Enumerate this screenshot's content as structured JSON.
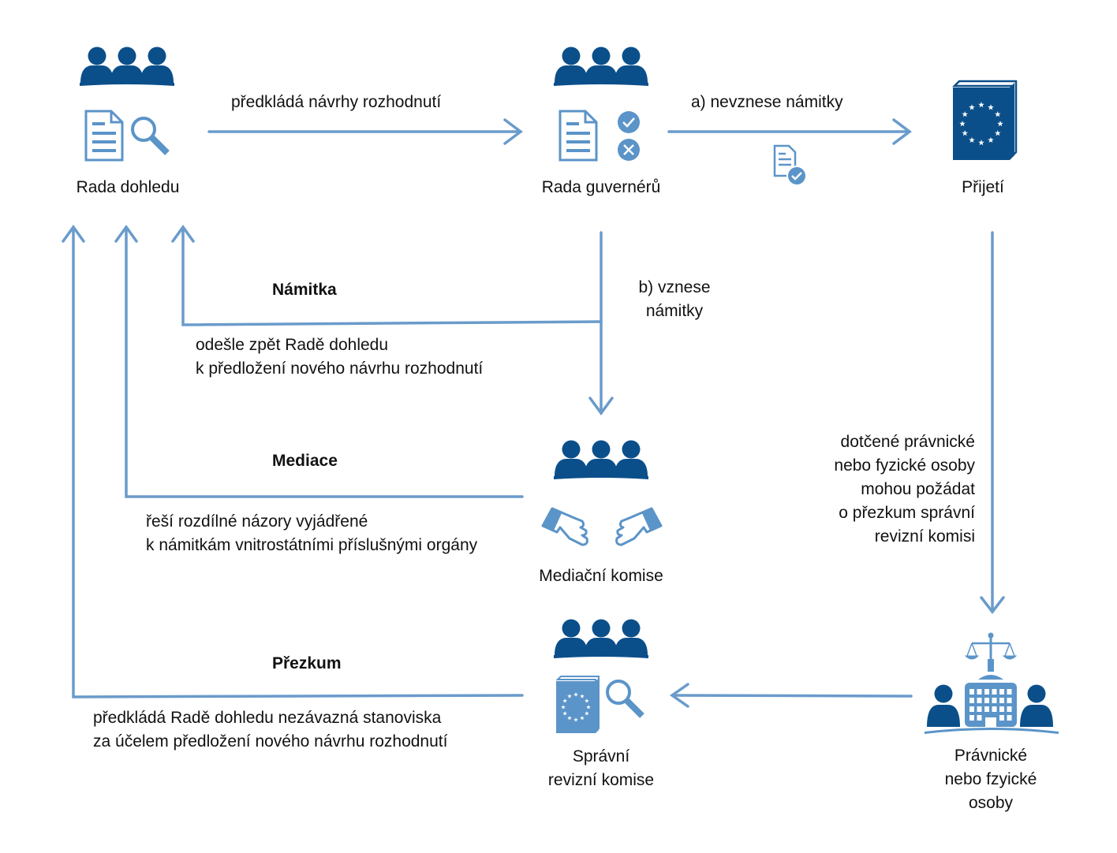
{
  "colors": {
    "dark_blue": "#0b4f8a",
    "light_blue": "#5b94c8",
    "line_blue": "#6a9bcb",
    "white": "#ffffff"
  },
  "nodes": {
    "supervisory_board": {
      "label": "Rada dohledu",
      "icons": [
        "people-group-icon",
        "document-icon",
        "magnifier-icon"
      ]
    },
    "governing_council": {
      "label": "Rada guvernérů",
      "icons": [
        "people-group-icon",
        "document-icon",
        "check-circle-icon",
        "cross-circle-icon"
      ]
    },
    "adoption": {
      "label": "Přijetí",
      "icons": [
        "eu-book-icon"
      ]
    },
    "mediation_panel": {
      "label": "Mediační komise",
      "icons": [
        "people-group-icon",
        "handshake-icon"
      ]
    },
    "review_board": {
      "label_lines": [
        "Správní",
        "revizní komise"
      ],
      "icons": [
        "people-group-icon",
        "eu-book-icon",
        "magnifier-icon"
      ]
    },
    "legal_persons": {
      "label_lines": [
        "Právnické",
        "nebo fzyické",
        "osoby"
      ],
      "icons": [
        "scales-icon",
        "building-icon",
        "person-icon"
      ]
    }
  },
  "edges": {
    "submit_drafts": {
      "label": "předkládá návrhy rozhodnutí"
    },
    "no_objection": {
      "label": "a) nevznese námitky",
      "icon": "approved-document-icon"
    },
    "objection_raised": {
      "label_lines": [
        "b) vznese",
        "námitky"
      ]
    },
    "objection": {
      "title": "Námitka",
      "desc_lines": [
        "odešle zpět Radě dohledu",
        "k předložení nového návrhu rozhodnutí"
      ]
    },
    "mediation": {
      "title": "Mediace",
      "desc_lines": [
        "řeší rozdílné názory vyjádřené",
        "k námitkám vnitrostátními příslušnými orgány"
      ]
    },
    "review": {
      "title": "Přezkum",
      "desc_lines": [
        "předkládá Radě dohledu nezávazná stanoviska",
        "za účelem předložení nového návrhu rozhodnutí"
      ]
    },
    "review_request": {
      "label_lines": [
        "dotčené právnické",
        "nebo fyzické osoby",
        "mohou požádat",
        "o přezkum správní",
        "revizní komisi"
      ]
    }
  }
}
